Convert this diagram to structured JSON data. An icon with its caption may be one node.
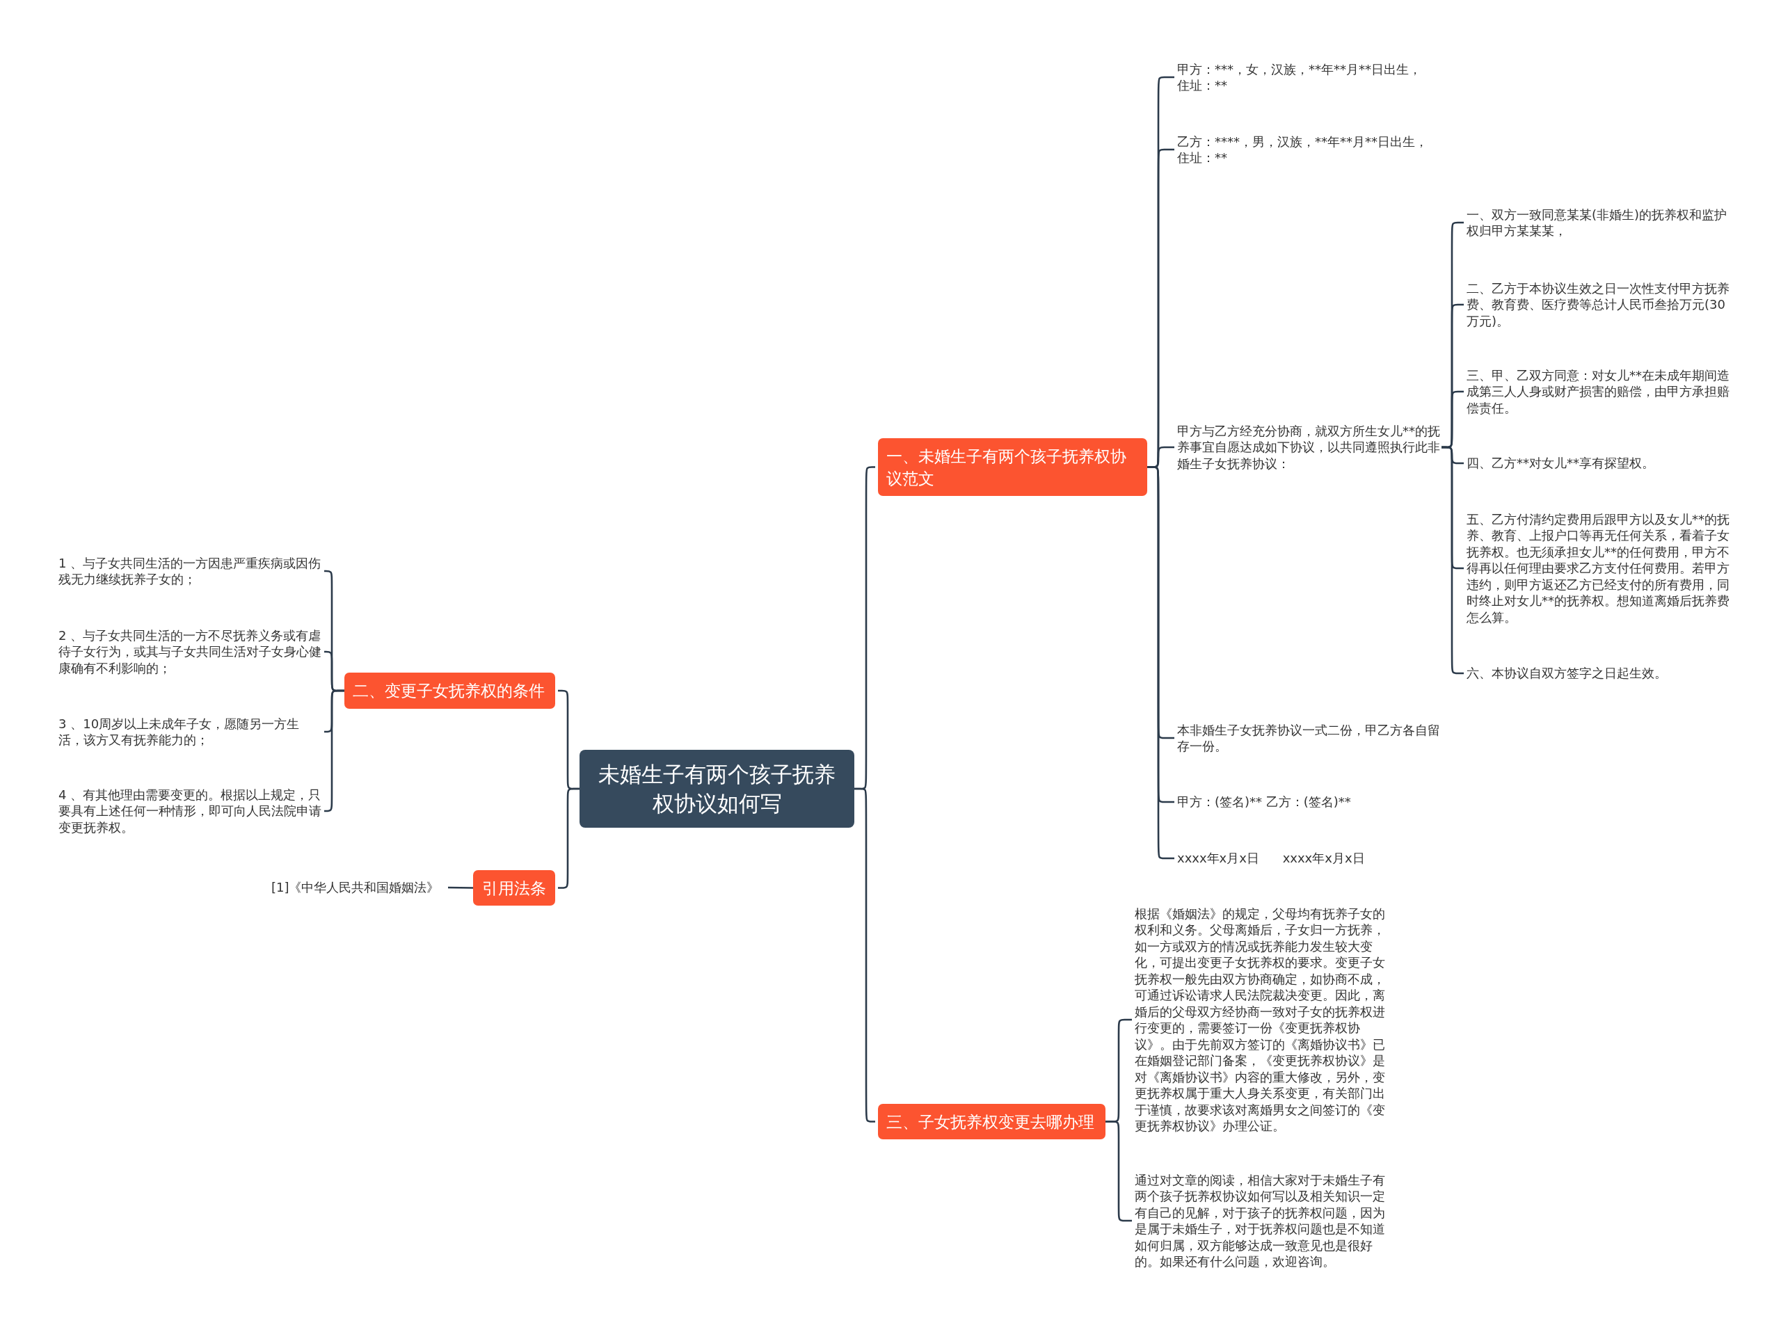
{
  "diagram": {
    "nodes": [
      {
        "text": [
          "未婚生子有两个孩子抚养权协议如何写"
        ]
      },
      {
        "text": [
          "一、未婚生子有两个孩子抚养权协议范文"
        ]
      },
      {
        "text": [
          "甲方：***，女，汉族，**年**月**日出生，住址：**"
        ]
      },
      {
        "text": [
          "乙方：****，男，汉族，**年**月**日出生，住址：**"
        ]
      },
      {
        "text": [
          "甲方与乙方经充分协商，就双方所生女儿**的抚养事宜自愿达成如下协议，以共同遵照执行此非婚生子女抚养协议："
        ]
      },
      {
        "text": [
          "一、双方一致同意某某(非婚生)的抚养权和监护权归甲方某某某，"
        ]
      },
      {
        "text": [
          "二、乙方于本协议生效之日一次性支付甲方抚养费、教育费、医疗费等总计人民币叁拾万元(30万元)。"
        ]
      },
      {
        "text": [
          "三、甲、乙双方同意：对女儿**在未成年期间造成第三人人身或财产损害的赔偿，由甲方承担赔偿责任。"
        ]
      },
      {
        "text": [
          "四、乙方**对女儿**享有探望权。"
        ]
      },
      {
        "text": [
          "五、乙方付清约定费用后跟甲方以及女儿**的抚养、教育、上报户口等再无任何关系，看着子女抚养权。也无须承担女儿**的任何费用，甲方不得再以任何理由要求乙方支付任何费用。若甲方违约，则甲方返还乙方已经支付的所有费用，同时终止对女儿**的抚养权。想知道离婚后抚养费怎么算。"
        ]
      },
      {
        "text": [
          "六、本协议自双方签字之日起生效。"
        ]
      },
      {
        "text": [
          "本非婚生子女抚养协议一式二份，甲乙方各自留存一份。"
        ]
      },
      {
        "text": [
          "甲方：(签名)** 乙方：(签名)**"
        ]
      },
      {
        "text": [
          "xxxx年x月x日 xxxx年x月x日"
        ]
      },
      {
        "text": [
          "二、变更子女抚养权的条件"
        ]
      },
      {
        "text": [
          "1 、与子女共同生活的一方因患严重疾病或因伤残无力继续抚养子女的；"
        ]
      },
      {
        "text": [
          "2 、与子女共同生活的一方不尽抚养义务或有虐待子女行为，或其与子女共同生活对子女身心健康确有不利影响的；"
        ]
      },
      {
        "text": [
          "3 、10周岁以上未成年子女，愿随另一方生活，该方又有抚养能力的；"
        ]
      },
      {
        "text": [
          "4 、有其他理由需要变更的。根据以上规定，只要具有上述任何一种情形，即可向人民法院申请变更抚养权。"
        ]
      },
      {
        "text": [
          "引用法条"
        ]
      },
      {
        "text": [
          "[1]《中华人民共和国婚姻法》"
        ]
      },
      {
        "text": [
          "三、子女抚养权变更去哪办理"
        ]
      },
      {
        "text": [
          "根据《婚姻法》的规定，父母均有抚养子女的权利和义务。父母离婚后，子女归一方抚养，如一方或双方的情况或抚养能力发生较大变化，可提出变更子女抚养权的要求。变更子女抚养权一般先由双方协商确定，如协商不成，可通过诉讼请求人民法院裁决变更。因此，离婚后的父母双方经协商一致对子女的抚养权进行变更的，需要签订一份《变更抚养权协议》。由于先前双方签订的《离婚协议书》已在婚姻登记部门备案，《变更抚养权协议》是对《离婚协议书》内容的重大修改，另外，变更抚养权属于重大人身关系变更，有关部门出于谨慎，故要求该对离婚男女之间签订的《变更抚养权协议》办理公证。"
        ]
      },
      {
        "text": [
          "通过对文章的阅读，相信大家对于未婚生子有两个孩子抚养权协议如何写以及相关知识一定有自己的见解，对于孩子的抚养权问题，因为是属于未婚生子，对于抚养权问题也是不知道如何归属，双方能够达成一致意见也是很好的。如果还有什么问题，欢迎咨询。"
        ]
      }
    ],
    "edges": [
      {
        "from": 0,
        "to": 1,
        "arrow": "none"
      },
      {
        "from": 1,
        "to": 2,
        "arrow": "none"
      },
      {
        "from": 1,
        "to": 3,
        "arrow": "none"
      },
      {
        "from": 1,
        "to": 4,
        "arrow": "none"
      },
      {
        "from": 4,
        "to": 5,
        "arrow": "none"
      },
      {
        "from": 4,
        "to": 6,
        "arrow": "none"
      },
      {
        "from": 4,
        "to": 7,
        "arrow": "none"
      },
      {
        "from": 4,
        "to": 8,
        "arrow": "none"
      },
      {
        "from": 4,
        "to": 9,
        "arrow": "none"
      },
      {
        "from": 4,
        "to": 10,
        "arrow": "none"
      },
      {
        "from": 1,
        "to": 11,
        "arrow": "none"
      },
      {
        "from": 1,
        "to": 12,
        "arrow": "none"
      },
      {
        "from": 1,
        "to": 13,
        "arrow": "none"
      },
      {
        "from": 0,
        "to": 14,
        "arrow": "none"
      },
      {
        "from": 14,
        "to": 15,
        "arrow": "none"
      },
      {
        "from": 14,
        "to": 16,
        "arrow": "none"
      },
      {
        "from": 14,
        "to": 17,
        "arrow": "none"
      },
      {
        "from": 14,
        "to": 18,
        "arrow": "none"
      },
      {
        "from": 0,
        "to": 19,
        "arrow": "none"
      },
      {
        "from": 19,
        "to": 20,
        "arrow": "none"
      },
      {
        "from": 0,
        "to": 21,
        "arrow": "none"
      },
      {
        "from": 21,
        "to": 22,
        "arrow": "none"
      },
      {
        "from": 21,
        "to": 23,
        "arrow": "none"
      }
    ]
  }
}
